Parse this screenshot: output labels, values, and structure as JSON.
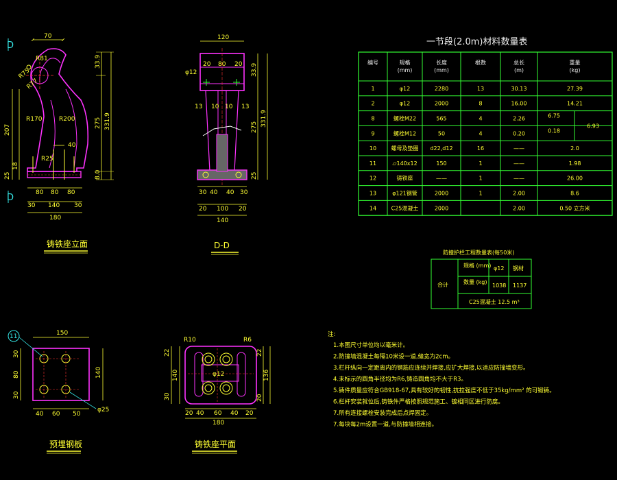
{
  "colors": {
    "background": "#000000",
    "part_outline": "#ff33ff",
    "dimension": "#ffff33",
    "centerline": "#ff3333",
    "table_line": "#33ff33",
    "leader": "#35e6e6"
  },
  "views": {
    "elevation": {
      "title": "铸铁座立面",
      "section_marks": [
        "D",
        "D"
      ],
      "dims": {
        "top_width": "70",
        "r_upper_1": "R81",
        "r_upper_2": "R75",
        "r_upper_3": "R77",
        "r_mid_1": "R170",
        "r_mid_2": "R200",
        "r_low": "R25",
        "ribs": "40",
        "left_total": "207",
        "left_low": "18",
        "left_base": "25",
        "right_top": "33.9",
        "right_mid": "275",
        "right_total": "331.9",
        "right_base": "8.0",
        "bottom_a": "80",
        "bottom_b": "80",
        "bottom_c": "80",
        "bottom_d": "30",
        "bottom_e": "140",
        "bottom_f": "30",
        "bottom_total": "180"
      }
    },
    "section_dd": {
      "title": "D-D",
      "dims": {
        "top_width": "120",
        "top_a": "20",
        "top_b": "80",
        "top_c": "20",
        "bolt": "φ12",
        "left_a": "13",
        "left_b": "10",
        "right_a": "13",
        "right_b": "10",
        "right_top": "33.9",
        "right_mid": "275",
        "right_total": "331.9",
        "right_base": "25",
        "bot_a": "30",
        "bot_b": "40",
        "bot_c": "40",
        "bot_d": "30",
        "bot_e": "20",
        "bot_f": "100",
        "bot_g": "20",
        "bot_total": "140"
      }
    },
    "steel_plate": {
      "title": "预埋钢板",
      "marker": "11",
      "dims": {
        "top": "150",
        "left_a": "30",
        "left_b": "80",
        "left_c": "30",
        "right": "140",
        "bot_a": "40",
        "bot_b": "60",
        "bot_c": "50",
        "hole": "φ25"
      }
    },
    "base_plan": {
      "title": "铸铁座平面",
      "dims": {
        "r_left": "R10",
        "r_right": "R6",
        "center": "φ12",
        "left_a": "22",
        "left_b": "140",
        "left_c": "30",
        "right_a": "22",
        "right_b": "136",
        "right_c": "20",
        "bot_a": "20",
        "bot_b": "40",
        "bot_c": "60",
        "bot_d": "40",
        "bot_e": "20",
        "bot_total": "180"
      }
    }
  },
  "main_table": {
    "title": "一节段(2.0m)材料数量表",
    "headers": [
      "编号",
      "规格\n(mm)",
      "长度\n(mm)",
      "根数",
      "总长\n(m)",
      "重量\n(kg)"
    ],
    "rows": [
      [
        "1",
        "φ12",
        "2280",
        "13",
        "30.13",
        "27.39"
      ],
      [
        "2",
        "φ12",
        "2000",
        "8",
        "16.00",
        "14.21"
      ],
      [
        "8",
        "螺栓M22",
        "565",
        "4",
        "2.26",
        "6.75"
      ],
      [
        "9",
        "螺栓M12",
        "50",
        "4",
        "0.20",
        "0.18"
      ],
      [
        "10",
        "螺母及垫圈",
        "d22,d12",
        "16",
        "——",
        "2.0"
      ],
      [
        "11",
        "▱140x12",
        "150",
        "1",
        "——",
        "1.98"
      ],
      [
        "12",
        "铸铁座",
        "——",
        "1",
        "——",
        "26.00"
      ],
      [
        "13",
        "φ121钢管",
        "2000",
        "1",
        "2.00",
        "8.6"
      ],
      [
        "14",
        "C25混凝土",
        "2000",
        "",
        "2.00",
        "0.50  立方米"
      ]
    ],
    "merged_weight": "6.93"
  },
  "summary_table": {
    "title": "防撞护栏工程数量表(每50米)",
    "label_total": "合计",
    "spec_label": "规格\n(mm)",
    "spec_value": "φ12",
    "steel_label": "钢材",
    "qty_label": "数量\n(kg)",
    "qty_value": "1038",
    "steel_value": "1137",
    "concrete": "C25混凝土   12.5 m³"
  },
  "notes": {
    "heading": "注:",
    "items": [
      "1.本图尺寸单位均以毫米计。",
      "2.防撞墙混凝土每隔10米设一道,缝宽为2cm。",
      "3.栏杆纵向一定距离内的钢筋应连续并焊接,应扩大焊接,以适应防撞墙变形。",
      "4.未标示的圆角半径均为R6,铸造圆角均不大于R3。",
      "5.铸件质量应符合GB918-67,具有较好的韧性,抗拉强度不低于35kg/mm² 的可锻铸。",
      "6.栏杆安装就位后,铸铁件严格按照规范施工、镀相同区进行防腐。",
      "7.所有连接螺栓安装完成后点焊固定。",
      "7.每块每2m设置一道,与防撞墙相连接。"
    ]
  }
}
